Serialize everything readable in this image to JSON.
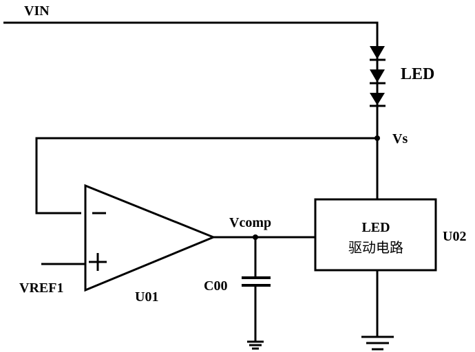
{
  "labels": {
    "vin": "VIN",
    "led": "LED",
    "vs": "Vs",
    "vcomp": "Vcomp",
    "vref": "VREF1",
    "u01": "U01",
    "c00": "C00",
    "u02": "U02",
    "box_line1": "LED",
    "box_line2": "驱动电路",
    "minus": "−",
    "plus": "+"
  },
  "colors": {
    "line": "#000000",
    "background": "#ffffff"
  }
}
